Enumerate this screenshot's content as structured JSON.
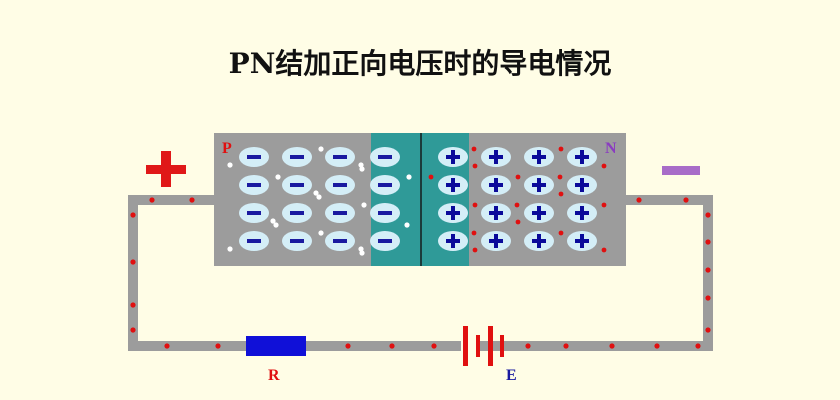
{
  "title": "PN结加正向电压时的导电情况",
  "labels": {
    "p_region": "P",
    "n_region": "N",
    "resistor": "R",
    "battery": "E"
  },
  "colors": {
    "background": "#fffde6",
    "semiconductor": "#9c9c9c",
    "depletion_zone": "#2f9a98",
    "ion_fill": "#d4eef7",
    "negative_ion_sign": "#1a1aa0",
    "positive_ion_sign": "#0a0a9a",
    "wire": "#9c9c9c",
    "electron_dot": "#e01010",
    "hole_dot": "#ffffff",
    "plus_terminal": "#e01818",
    "minus_terminal": "#a86cc8",
    "resistor": "#1010d8",
    "battery": "#e01010",
    "p_label": "#e01010",
    "n_label": "#8a3cc0",
    "r_label": "#e01010",
    "e_label": "#1a1aa0",
    "title": "#111111"
  }
}
